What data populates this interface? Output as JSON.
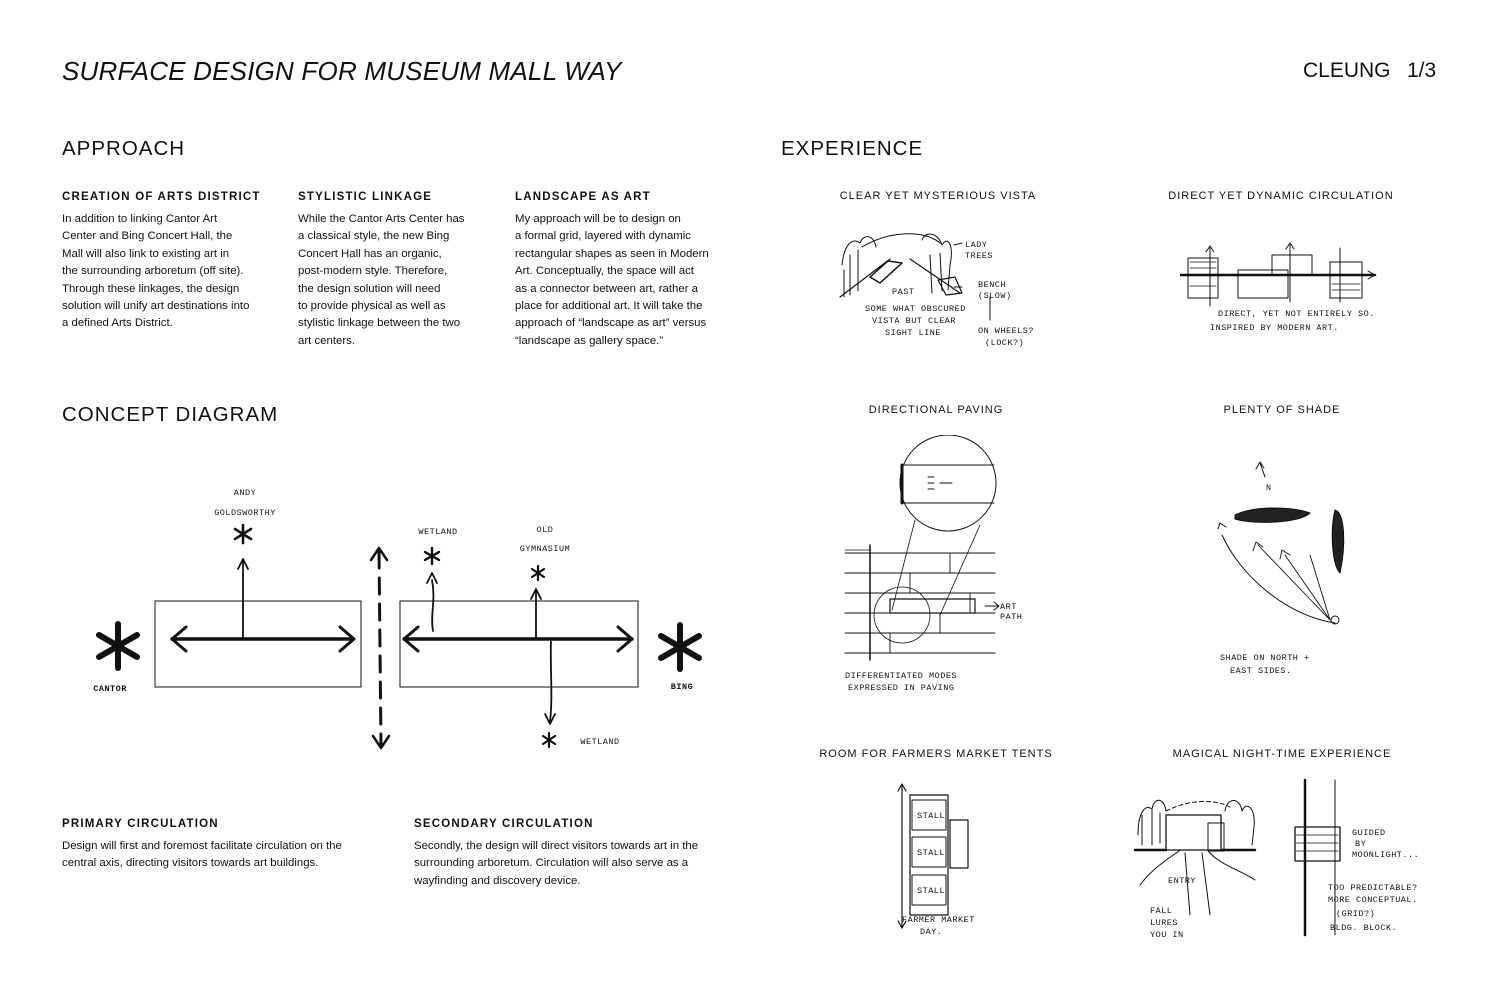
{
  "header": {
    "title": "SURFACE DESIGN FOR MUSEUM MALL WAY",
    "author": "CLEUNG",
    "page": "1/3"
  },
  "approach": {
    "heading": "APPROACH",
    "columns": [
      {
        "title": "CREATION OF ARTS DISTRICT",
        "lines": [
          "In addition to linking Cantor Art",
          "Center and Bing Concert Hall, the",
          "Mall will also link to existing art in",
          "the surrounding arboretum (off site).",
          "Through these linkages, the design",
          "solution will unify art destinations into",
          "a defined Arts District."
        ]
      },
      {
        "title": "STYLISTIC LINKAGE",
        "lines": [
          "While the Cantor Arts Center has",
          "a classical style, the new Bing",
          "Concert Hall has an organic,",
          "post-modern style. Therefore,",
          "the design solution will need",
          "to provide physical as well as",
          "stylistic linkage between the two",
          "art centers."
        ]
      },
      {
        "title": "LANDSCAPE AS ART",
        "lines": [
          "My approach will be to design on",
          "a formal grid, layered with dynamic",
          "rectangular shapes as seen in Modern",
          "Art. Conceptually, the space will act",
          "as a connector between art, rather a",
          "place for additional art. It will take the",
          "approach of “landscape as art” versus",
          "“landscape as gallery space.”"
        ]
      }
    ]
  },
  "concept": {
    "heading": "CONCEPT DIAGRAM",
    "labels": {
      "andy1": "ANDY",
      "andy2": "GOLDSWORTHY",
      "wetland_top": "WETLAND",
      "old1": "OLD",
      "old2": "GYMNASIUM",
      "cantor": "CANTOR",
      "bing": "BING",
      "wetland_bottom": "WETLAND"
    },
    "primary": {
      "title": "PRIMARY CIRCULATION",
      "lines": [
        "Design will first and foremost facilitate circulation on the",
        "central axis, directing visitors towards art buildings."
      ]
    },
    "secondary": {
      "title": "SECONDARY CIRCULATION",
      "lines": [
        "Secondly, the design will direct visitors towards art in the",
        "surrounding arboretum. Circulation will also serve as a",
        "wayfinding and discovery device."
      ]
    }
  },
  "experience": {
    "heading": "EXPERIENCE",
    "items": [
      {
        "caption": "CLEAR YET MYSTERIOUS VISTA",
        "notes": [
          "LADY",
          "TREES",
          "PAST",
          "BENCH",
          "(SLOW)",
          "SOME WHAT OBSCURED",
          "VISTA BUT CLEAR",
          "SIGHT LINE",
          "ON WHEELS?",
          "(LOCK?)"
        ]
      },
      {
        "caption": "DIRECT YET DYNAMIC CIRCULATION",
        "notes": [
          "DIRECT, YET NOT ENTIRELY SO.",
          "INSPIRED BY MODERN ART."
        ]
      },
      {
        "caption": "DIRECTIONAL PAVING",
        "notes": [
          "ART",
          "PATH",
          "DIFFERENTIATED MODES",
          "EXPRESSED IN PAVING"
        ]
      },
      {
        "caption": "PLENTY OF SHADE",
        "notes": [
          "N",
          "SHADE ON NORTH +",
          "EAST SIDES."
        ]
      },
      {
        "caption": "ROOM FOR FARMERS MARKET TENTS",
        "notes": [
          "STALL",
          "STALL",
          "STALL",
          "FARMER MARKET",
          "DAY."
        ]
      },
      {
        "caption": "MAGICAL NIGHT-TIME EXPERIENCE",
        "notes": [
          "ENTRY",
          "FALL",
          "LURES",
          "YOU IN",
          "GUIDED",
          "BY",
          "MOONLIGHT...",
          "TOO PREDICTABLE?",
          "MORE CONCEPTUAL.",
          "(GRID?)",
          "BLDG. BLOCK."
        ]
      }
    ]
  }
}
